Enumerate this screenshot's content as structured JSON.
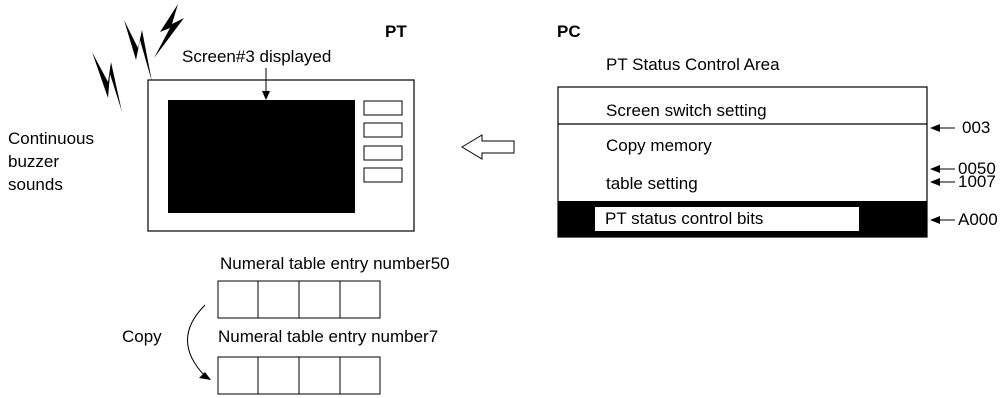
{
  "pt": {
    "title": "PT",
    "screen_caption": "Screen#3 displayed",
    "buzzer_label": [
      "Continuous",
      "buzzer",
      "sounds"
    ]
  },
  "pc": {
    "title": "PC",
    "area_title": "PT Status Control Area",
    "rows": [
      {
        "label": "Screen switch setting",
        "value": "003"
      },
      {
        "label": "Copy memory",
        "value": "0050"
      },
      {
        "label": "table setting",
        "value": "1007"
      },
      {
        "label": "PT status control bits",
        "value": "A000"
      }
    ]
  },
  "tables": {
    "source_label": "Numeral table entry number50",
    "dest_label": "Numeral table entry number7",
    "copy_label": "Copy"
  }
}
